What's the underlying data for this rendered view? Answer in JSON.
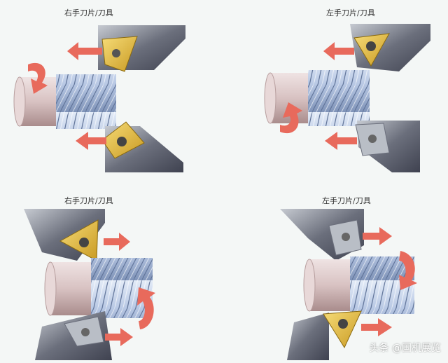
{
  "panels": [
    {
      "id": "top-left",
      "caption": "右手刀片/刀具"
    },
    {
      "id": "top-right",
      "caption": "左手刀片/刀具"
    },
    {
      "id": "bottom-left",
      "caption": "右手刀片/刀具"
    },
    {
      "id": "bottom-right",
      "caption": "左手刀片/刀具"
    }
  ],
  "watermark": "头条 @国机展览",
  "colors": {
    "background": "#f4f7f6",
    "holder": "#5f6270",
    "holder_light": "#b9bec6",
    "insert": "#e0b63a",
    "arrow": "#e86a5c",
    "cylinder": "#c9b3b3",
    "thread": "#9fb3d6"
  },
  "icons": [
    "arrow-icon",
    "rotation-arrow-icon",
    "screw-icon"
  ]
}
